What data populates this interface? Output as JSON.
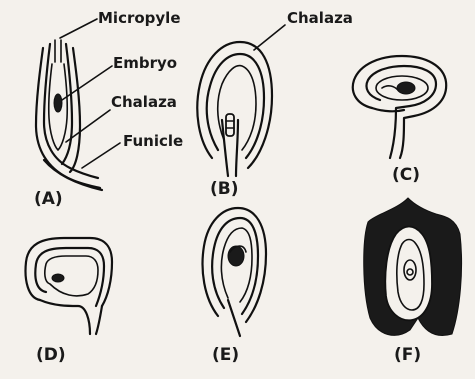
{
  "labels": {
    "micropyle": "Micropyle",
    "embryo": "Embryo",
    "chalaza_a": "Chalaza",
    "funicle": "Funicle",
    "chalaza_b": "Chalaza"
  },
  "captions": [
    "(A)",
    "(B)",
    "(C)",
    "(D)",
    "(E)",
    "(F)"
  ],
  "colors": {
    "ink": "#1a1a1a",
    "paper": "#f4f1ec"
  }
}
